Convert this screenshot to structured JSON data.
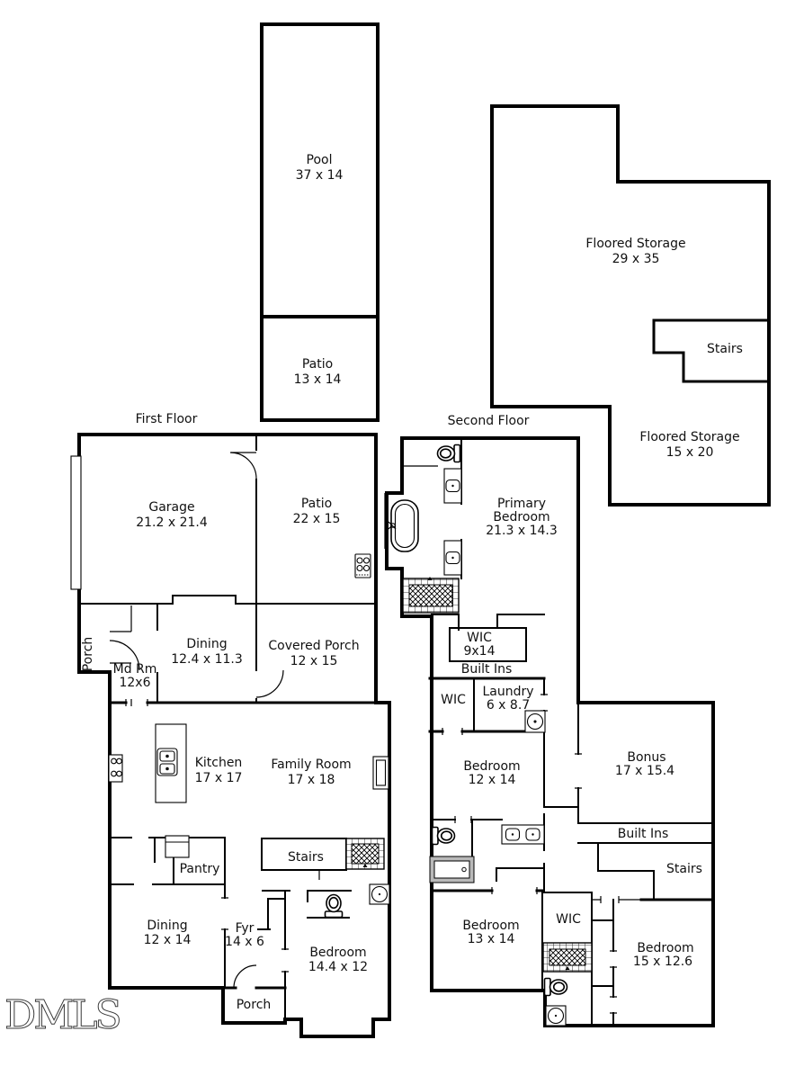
{
  "colors": {
    "wall": "#000000",
    "background": "#ffffff",
    "text": "#111111"
  },
  "watermark": "DMLS",
  "floor_titles": {
    "first": "First Floor",
    "second": "Second Floor"
  },
  "outdoor": {
    "pool": {
      "name": "Pool",
      "dims": "37 x 14"
    },
    "patio": {
      "name": "Patio",
      "dims": "13 x 14"
    }
  },
  "storage": {
    "large": {
      "name": "Floored Storage",
      "dims": "29 x 35"
    },
    "stairs": {
      "name": "Stairs"
    },
    "small": {
      "name": "Floored Storage",
      "dims": "15 x 20"
    }
  },
  "first_floor": {
    "garage": {
      "name": "Garage",
      "dims": "21.2 x 21.4"
    },
    "patio": {
      "name": "Patio",
      "dims": "22 x 15"
    },
    "porch_side": {
      "name": "Porch"
    },
    "mud_room": {
      "name": "Md Rm",
      "dims": "12x6"
    },
    "dining_upper": {
      "name": "Dining",
      "dims": "12.4 x 11.3"
    },
    "covered_porch": {
      "name": "Covered Porch",
      "dims": "12 x 15"
    },
    "kitchen": {
      "name": "Kitchen",
      "dims": "17 x 17"
    },
    "family_room": {
      "name": "Family Room",
      "dims": "17 x 18"
    },
    "stairs": {
      "name": "Stairs"
    },
    "pantry": {
      "name": "Pantry"
    },
    "dining_lower": {
      "name": "Dining",
      "dims": "12 x 14"
    },
    "foyer": {
      "name": "Fyr",
      "dims": "14 x 6"
    },
    "bedroom": {
      "name": "Bedroom",
      "dims": "14.4 x 12"
    },
    "porch_front": {
      "name": "Porch"
    }
  },
  "second_floor": {
    "primary_bedroom": {
      "name_line1": "Primary",
      "name_line2": "Bedroom",
      "dims": "21.3 x 14.3"
    },
    "wic_primary": {
      "name": "WIC",
      "dims": "9x14"
    },
    "built_ins_primary": {
      "name": "Built Ins"
    },
    "wic_hall": {
      "name": "WIC"
    },
    "laundry": {
      "name": "Laundry",
      "dims": "6 x 8.7"
    },
    "bedroom_mid": {
      "name": "Bedroom",
      "dims": "12 x 14"
    },
    "bonus": {
      "name": "Bonus",
      "dims": "17 x 15.4"
    },
    "built_ins_bonus": {
      "name": "Built Ins"
    },
    "stairs": {
      "name": "Stairs"
    },
    "bedroom_left": {
      "name": "Bedroom",
      "dims": "13 x 14"
    },
    "wic_small": {
      "name": "WIC"
    },
    "bedroom_right": {
      "name": "Bedroom",
      "dims": "15 x 12.6"
    }
  }
}
